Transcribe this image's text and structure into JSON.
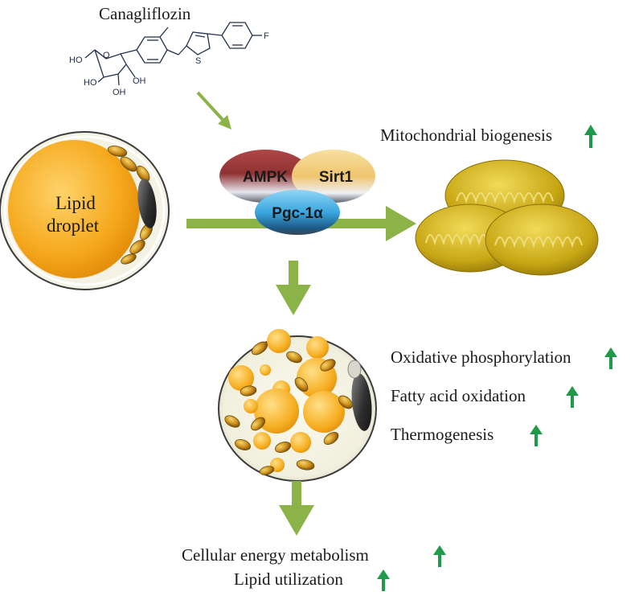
{
  "drug": {
    "name": "Canagliflozin",
    "atoms": {
      "ho_top": "HO",
      "ring_o": "O",
      "ho_left": "HO",
      "oh_right": "OH",
      "oh_bottom": "OH",
      "thiophene_s": "S",
      "fluorine": "F"
    }
  },
  "complex": {
    "ampk": "AMPK",
    "sirt1": "Sirt1",
    "pgc": "Pgc-1α"
  },
  "cell": {
    "line1": "Lipid",
    "line2": "droplet"
  },
  "outcomes": {
    "mito": "Mitochondrial biogenesis",
    "oxphos": "Oxidative phosphorylation",
    "fao": "Fatty acid oxidation",
    "thermo": "Thermogenesis",
    "energy": "Cellular energy metabolism",
    "lipid_util": "Lipid utilization"
  },
  "colors": {
    "arrow_green": "#8cb347",
    "up_arrow_green": "#1f9a4a",
    "lipid_orange": "#f5a81c",
    "mito_gold": "#c8a614",
    "ampk_red": "#9b3a3a",
    "sirt1_yellow": "#f3d58a",
    "pgc_blue": "#4fb7e8"
  }
}
